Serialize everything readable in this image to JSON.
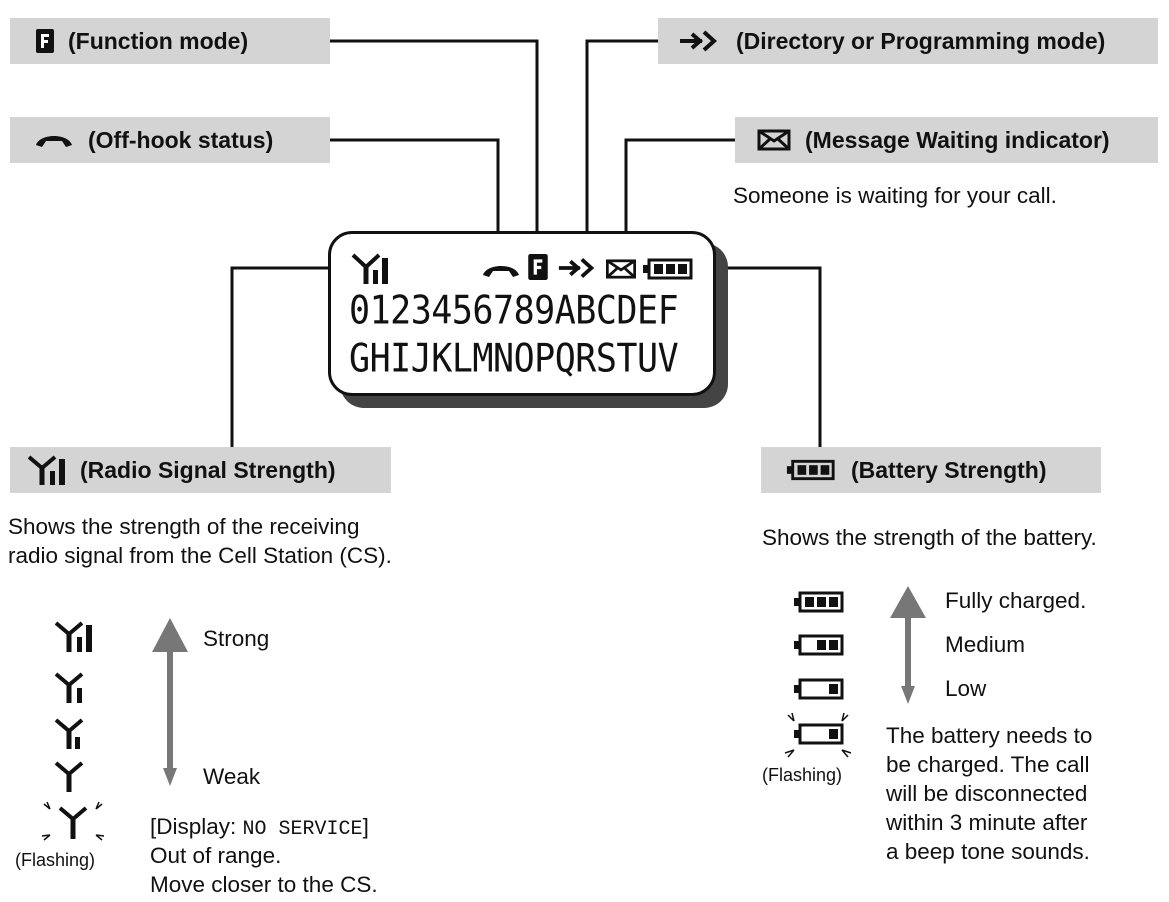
{
  "labels": {
    "function_mode": "(Function mode)",
    "directory_mode": "(Directory or Programming mode)",
    "off_hook": "(Off-hook status)",
    "message_waiting": "(Message Waiting indicator)",
    "radio_signal": "(Radio Signal Strength)",
    "battery": "(Battery Strength)"
  },
  "descriptions": {
    "message_waiting": "Someone is waiting for your call.",
    "radio_line1": "Shows the strength of the receiving",
    "radio_line2": "radio signal from the Cell Station (CS).",
    "battery": "Shows the strength of the battery."
  },
  "display": {
    "row1": "0123456789ABCDEF",
    "row2": "GHIJKLMNOPQRSTUV"
  },
  "radio_levels": {
    "strong": "Strong",
    "weak": "Weak",
    "flashing": "(Flashing)",
    "display_prefix": "[Display: ",
    "display_code": "NO SERVICE",
    "display_suffix": "]",
    "out_of_range": "Out of range.",
    "move_closer": "Move closer to the CS."
  },
  "battery_levels": {
    "full": "Fully charged.",
    "medium": "Medium",
    "low": "Low",
    "flashing": "(Flashing)",
    "charge_line1": "The battery needs to",
    "charge_line2": "be charged.  The call",
    "charge_line3": "will be disconnected",
    "charge_line4": "within 3 minute after",
    "charge_line5": "a beep tone sounds."
  },
  "icons": {
    "function": "function-f-icon",
    "directory": "arrow-icon",
    "off_hook": "handset-icon",
    "message": "envelope-icon",
    "signal": "antenna-signal-icon",
    "battery": "battery-icon"
  },
  "colors": {
    "label_bg": "#d4d4d4",
    "arrow_gray": "#777777",
    "ink": "#111111"
  }
}
